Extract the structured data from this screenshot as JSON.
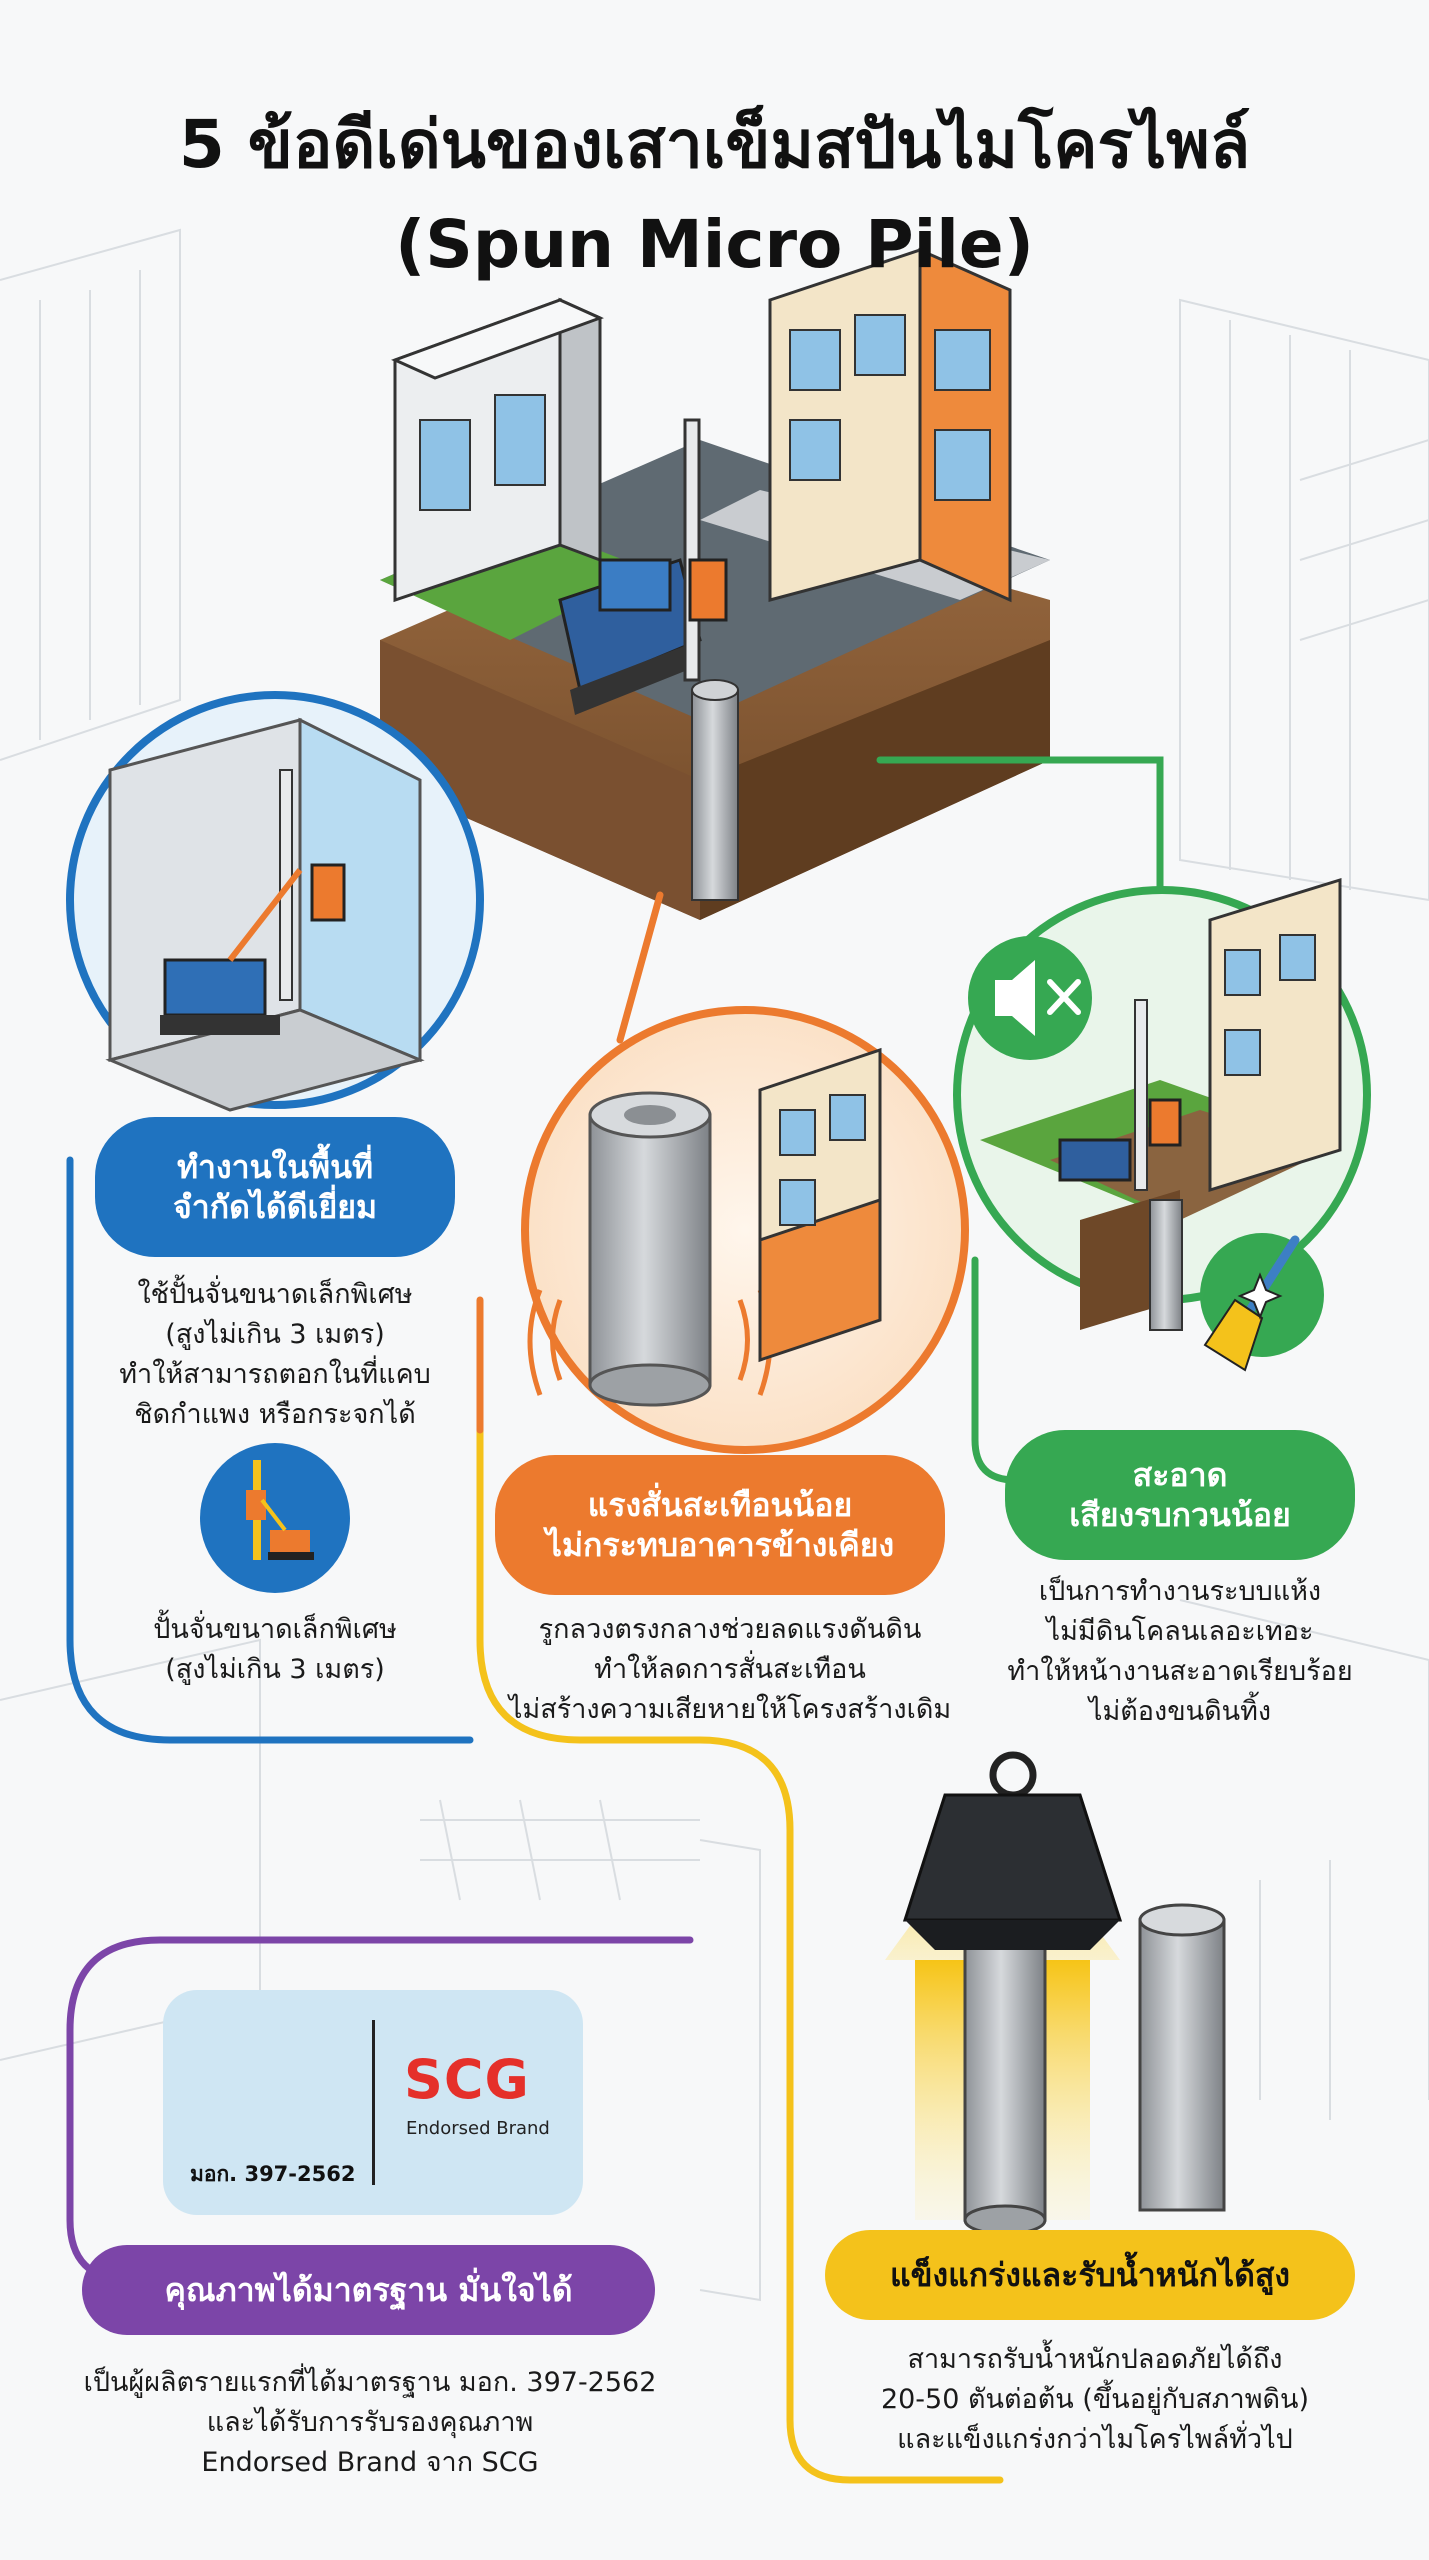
{
  "title": {
    "line1": "5 ข้อดีเด่นของเสาเข็มสปันไมโครไพล์",
    "line2": "(Spun Micro Pile)"
  },
  "features": [
    {
      "heading": [
        "ทำงานในพื้นที่",
        "จำกัดได้ดีเยี่ยม"
      ],
      "description": [
        "ใช้ปั้นจั่นขนาดเล็กพิเศษ",
        "(สูงไม่เกิน 3 เมตร)",
        "ทำให้สามารถตอกในที่แคบ",
        "ชิดกำแพง หรือกระจกได้"
      ],
      "sub_caption": [
        "ปั้นจั่นขนาดเล็กพิเศษ",
        "(สูงไม่เกิน 3 เมตร)"
      ],
      "color": "#1f73c0"
    },
    {
      "heading": [
        "แรงสั่นสะเทือนน้อย",
        "ไม่กระทบอาคารข้างเคียง"
      ],
      "description": [
        "รูกลวงตรงกลางช่วยลดแรงดันดิน",
        "ทำให้ลดการสั่นสะเทือน",
        "ไม่สร้างความเสียหายให้โครงสร้างเดิม"
      ],
      "color": "#ec7a2e"
    },
    {
      "heading": [
        "สะอาด",
        "เสียงรบกวนน้อย"
      ],
      "description": [
        "เป็นการทำงานระบบแห้ง",
        "ไม่มีดินโคลนเลอะเทอะ",
        "ทำให้หน้างานสะอาดเรียบร้อย",
        "ไม่ต้องขนดินทิ้ง"
      ],
      "color": "#36a852"
    },
    {
      "heading": [
        "คุณภาพได้มาตรฐาน มั่นใจได้"
      ],
      "description": [
        "เป็นผู้ผลิตรายแรกที่ได้มาตรฐาน มอก. 397-2562",
        "และได้รับการรับรองคุณภาพ",
        "Endorsed Brand จาก SCG"
      ],
      "color": "#7c45a8"
    },
    {
      "heading": [
        "แข็งแกร่งและรับน้ำหนักได้สูง"
      ],
      "description": [
        "สามารถรับน้ำหนักปลอดภัยได้ถึง",
        "20-50 ตันต่อต้น (ขึ้นอยู่กับสภาพดิน)",
        "และแข็งแกร่งกว่าไมโครไพล์ทั่วไป"
      ],
      "color": "#f4c21b"
    }
  ],
  "certification": {
    "tis_label": "มอก. 397-2562",
    "brand": "SCG",
    "brand_sub": "Endorsed Brand"
  },
  "icons": [
    "mute-speaker-icon",
    "broom-icon",
    "sparkle-icon",
    "mini-crane-icon",
    "tis-seal-icon",
    "weight-icon",
    "up-arrow-icon"
  ],
  "colors": {
    "blue": "#1f73c0",
    "orange": "#ec7a2e",
    "green": "#36a852",
    "purple": "#7c45a8",
    "yellow": "#f4c21b",
    "scg_red": "#e5302a"
  }
}
